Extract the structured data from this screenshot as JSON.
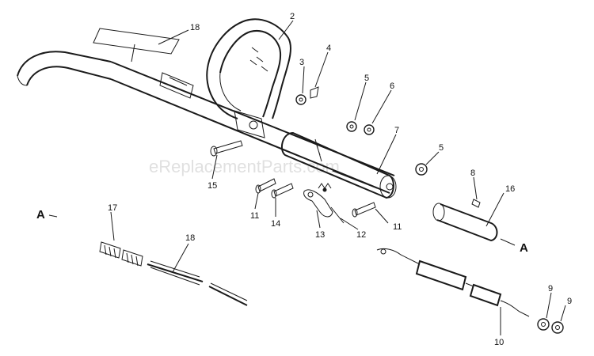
{
  "watermark": "eReplacementParts.com",
  "section_markers": {
    "left": "A",
    "right": "A"
  },
  "callouts": {
    "c1": "2",
    "c2": "3",
    "c3": "4",
    "c4": "5",
    "c5": "6",
    "c6": "7",
    "c7": "5",
    "c8": "8",
    "c9": "16",
    "c10": "18",
    "c11": "15",
    "c12": "11",
    "c13": "14",
    "c14": "13",
    "c15": "12",
    "c16": "11",
    "c17": "17",
    "c18": "18",
    "c19": "9",
    "c20": "9",
    "c21": "10"
  }
}
